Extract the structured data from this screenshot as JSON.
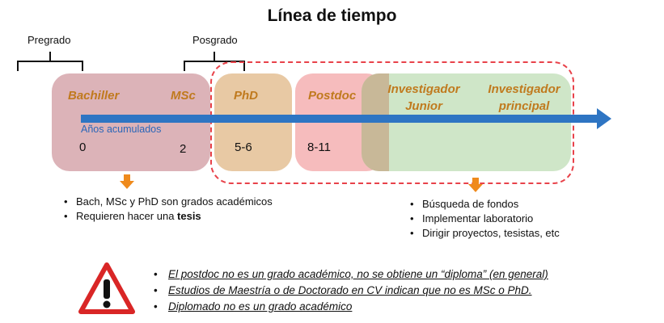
{
  "title": "Línea de tiempo",
  "labels": {
    "pregrado": "Pregrado",
    "posgrado": "Posgrado",
    "years": "Años acumulados"
  },
  "stages": [
    {
      "name": "Bachiller",
      "years": "0"
    },
    {
      "name": "MSc",
      "years": "2"
    },
    {
      "name": "PhD",
      "years": "5-6"
    },
    {
      "name": "Postdoc",
      "years": "8-11"
    },
    {
      "name_line1": "Investigador",
      "name_line2": "Junior"
    },
    {
      "name_line1": "Investigador",
      "name_line2": "principal"
    }
  ],
  "notes_left": {
    "item1": "Bach, MSc y PhD son grados académicos",
    "item2_prefix": "Requieren hacer una ",
    "item2_bold": "tesis"
  },
  "notes_right": [
    "Búsqueda de fondos",
    "Implementar laboratorio",
    "Dirigir proyectos, tesistas, etc"
  ],
  "warnings": [
    "El postdoc no es un grado académico, no se obtiene un “diploma” (en general)",
    "Estudios de Maestría o de Doctorado en CV indican que no es MSc o PhD.",
    "Diplomado no es un grado académico"
  ],
  "warning_icon": "warning-triangle-icon",
  "colors": {
    "pregrado": "#dcb3b8",
    "phd": "#e8c9a4",
    "postdoc": "#f6bcbd",
    "investigador": "#cfe6c8",
    "arrow": "#2e75c3",
    "stage_text": "#c07a1e",
    "dashed": "#e8424a",
    "marker": "#ef8a1c",
    "warning": "#d92626"
  }
}
